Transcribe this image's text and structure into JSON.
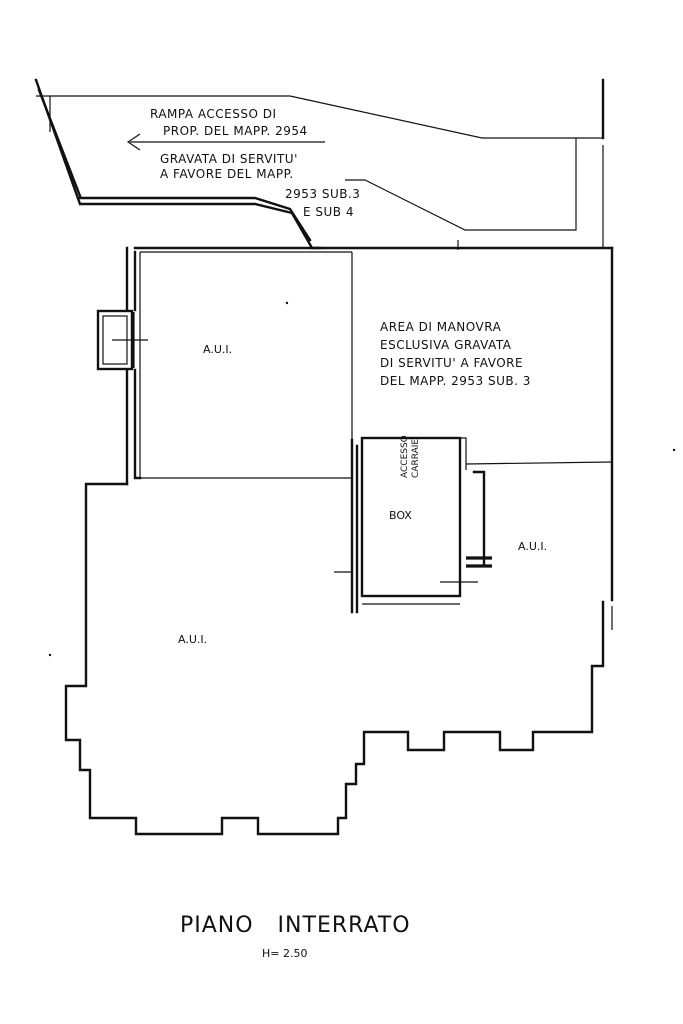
{
  "plan": {
    "ramp_note": [
      "RAMPA ACCESSO DI",
      "PROP. DEL MAPP. 2954"
    ],
    "servitude_note": [
      "GRAVATA DI SERVITU'",
      "A FAVORE DEL MAPP.",
      "2953 SUB.3",
      "E SUB 4"
    ],
    "maneuver_note": [
      "AREA DI MANOVRA",
      "ESCLUSIVA GRAVATA",
      "DI SERVITU' A FAVORE",
      "DEL MAPP. 2953 SUB. 3"
    ],
    "rooms": {
      "aui_upper_left": "A.U.I.",
      "aui_lower": "A.U.I.",
      "aui_right": "A.U.I.",
      "box": "BOX"
    },
    "access_note": [
      "ACCESSO",
      "CARRAIE"
    ],
    "title": "PIANO   INTERRATO",
    "height_note": "H= 2.50"
  }
}
